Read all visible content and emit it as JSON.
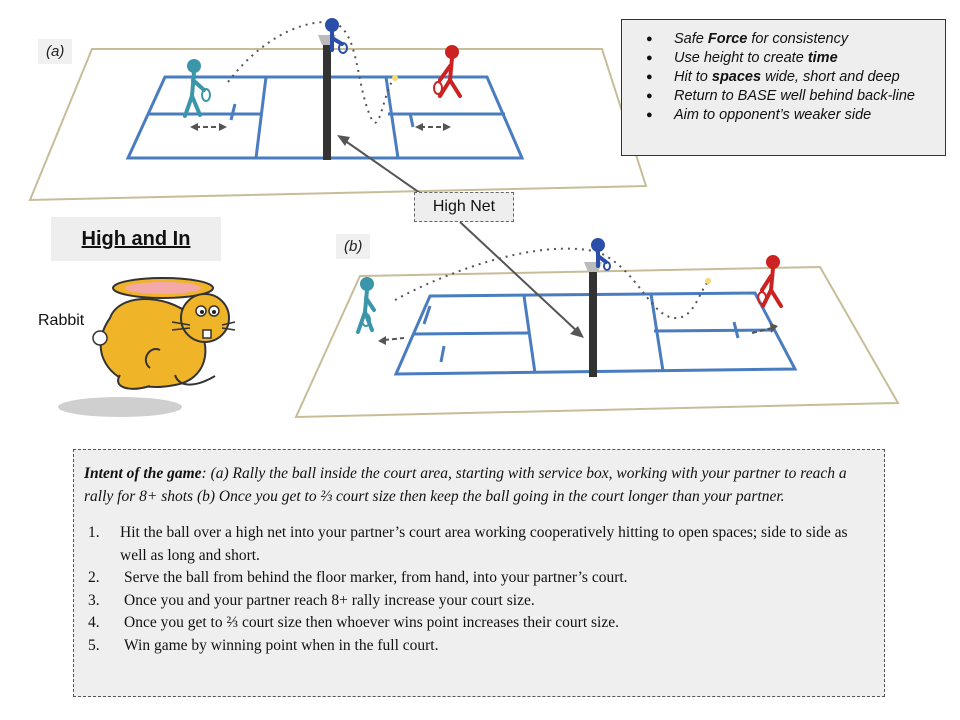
{
  "panels": {
    "a_label": "(a)",
    "b_label": "(b)"
  },
  "tips": [
    {
      "pre": "Safe ",
      "bold": "Force",
      "post": " for consistency"
    },
    {
      "pre": "Use height to create ",
      "bold": "time",
      "post": ""
    },
    {
      "pre": "Hit to ",
      "bold": "spaces",
      "post": " wide, short and deep"
    },
    {
      "pre": "Return to BASE well behind back-line",
      "bold": "",
      "post": ""
    },
    {
      "pre": "Aim to opponent’s weaker side",
      "bold": "",
      "post": ""
    }
  ],
  "tip_bullet": "●",
  "callout": {
    "high_net": "High Net"
  },
  "title": "High and In",
  "rabbit_label": "Rabbit",
  "intent": {
    "lead": "Intent of the game",
    "text": ": (a) Rally the ball inside the court area, starting with service box, working with your partner to reach a rally for 8+ shots (b) Once you get to ⅔ court size then keep the ball going in the court longer than your partner."
  },
  "steps": [
    {
      "num": "1.",
      "text": "Hit the ball over a high net into your partner’s court area working cooperatively hitting to open spaces; side to side as well as long and short."
    },
    {
      "num": "2.",
      "text": "Serve the ball from behind the floor marker, from hand, into your partner’s court."
    },
    {
      "num": "3.",
      "text": "Once you and your partner reach 8+ rally increase your court size."
    },
    {
      "num": "4.",
      "text": "Once you get to ⅔ court size then whoever wins point increases their court size."
    },
    {
      "num": "5.",
      "text": "Win game by winning point when in the full court."
    }
  ],
  "colors": {
    "court_line": "#4a7cc0",
    "floor_outline": "#c7bd98",
    "player_left": "#3a96a8",
    "player_net": "#2b4fa8",
    "player_right": "#cc2222",
    "rabbit_body": "#f0b429",
    "net_post": "#333333"
  },
  "icons": [
    "player-left-icon",
    "player-net-icon",
    "player-right-icon",
    "rabbit-icon",
    "shuttle-icon"
  ]
}
